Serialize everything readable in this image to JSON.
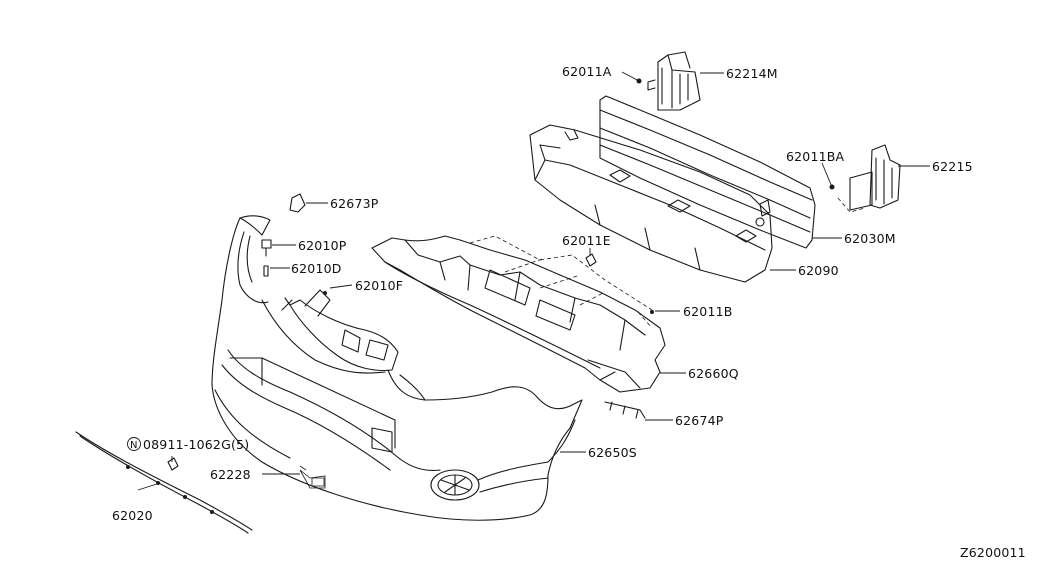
{
  "diagram_code": "Z6200011",
  "callouts": {
    "p62011A": "62011A",
    "p62214M": "62214M",
    "p62011BA": "62011BA",
    "p62215": "62215",
    "p62673P": "62673P",
    "p62010P": "62010P",
    "p62010D": "62010D",
    "p62010F": "62010F",
    "p62011E": "62011E",
    "p62030M": "62030M",
    "p62090": "62090",
    "p62011B": "62011B",
    "p62660Q": "62660Q",
    "p62674P": "62674P",
    "p62650S": "62650S",
    "p08911": "08911-1062G(5)",
    "p08911_prefix": "N",
    "p62228": "62228",
    "p62020": "62020"
  }
}
